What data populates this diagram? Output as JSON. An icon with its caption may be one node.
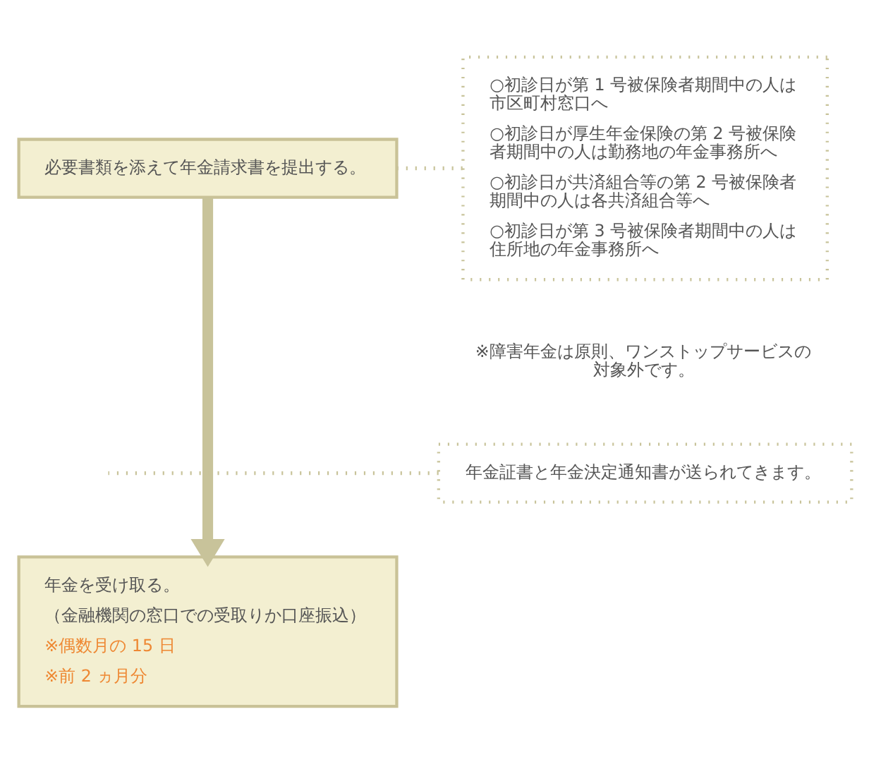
{
  "diagram": {
    "nodes": [
      {
        "text": [
          "必要書類を添えて年金請求書を提出する。"
        ]
      },
      {
        "text": [
          "○初診日が第 1 号被保険者期間中の人は市区町村窓口へ",
          "○初診日が厚生年金保険の第 2 号被保険者期間中の人は勤務地の年金事務所へ",
          "○初診日が共済組合等の第 2 号被保険者期間中の人は各共済組合等へ",
          "○初診日が第 3 号被保険者期間中の人は住所地の年金事務所へ"
        ],
        "beside": [
          "※障害年金は原則、ワンストップサービスの対象外です。"
        ]
      },
      {
        "text": [
          "年金証書と年金決定通知書が送られてきます。"
        ]
      },
      {
        "text": [
          "年金を受け取る。",
          "（金融機関の窓口での受取りか口座振込）",
          "※偶数月の 15 日",
          "※前 2 ヵ月分"
        ]
      }
    ],
    "edges": [
      {
        "from": 0,
        "to": 3,
        "arrow": "to",
        "style": "thick"
      },
      {
        "from": 0,
        "to": 1,
        "arrow": "none",
        "style": "dashed"
      },
      {
        "from": 2,
        "to": null,
        "arrow": "none",
        "style": "dashed"
      }
    ]
  }
}
